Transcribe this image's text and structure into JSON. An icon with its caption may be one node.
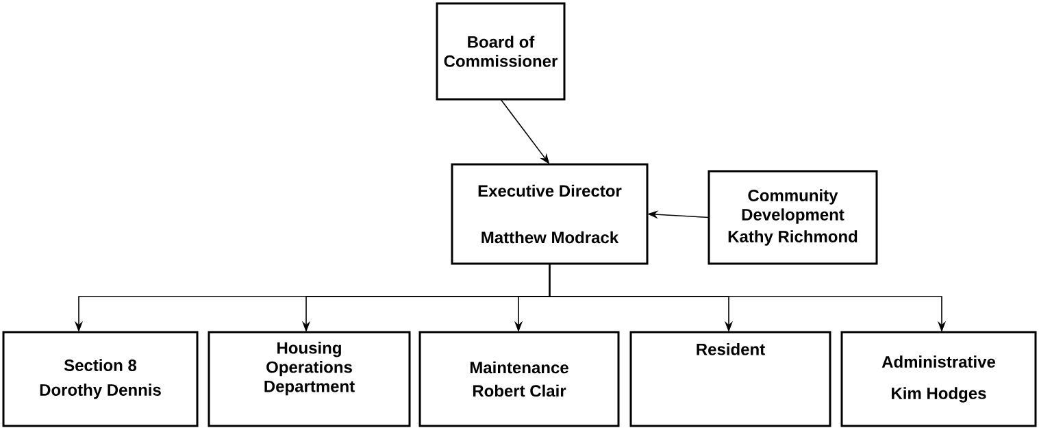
{
  "diagram": {
    "nodes": [
      {
        "text": [
          "Board of Commissioner"
        ]
      },
      {
        "text": [
          "Executive Director",
          "Matthew Modrack"
        ]
      },
      {
        "text": [
          "Community Development",
          "Kathy Richmond"
        ]
      },
      {
        "text": [
          "Section 8",
          "Dorothy Dennis"
        ]
      },
      {
        "text": [
          "Housing Operations Department"
        ]
      },
      {
        "text": [
          "Maintenance",
          "Robert Clair"
        ]
      },
      {
        "text": [
          "Resident"
        ]
      },
      {
        "text": [
          "Administrative",
          "Kim Hodges"
        ]
      }
    ],
    "edges": [
      {
        "from": 0,
        "to": 1,
        "arrow": "to"
      },
      {
        "from": 2,
        "to": 1,
        "arrow": "to"
      },
      {
        "from": 1,
        "to": 3,
        "arrow": "to"
      },
      {
        "from": 1,
        "to": 4,
        "arrow": "to"
      },
      {
        "from": 1,
        "to": 5,
        "arrow": "to"
      },
      {
        "from": 1,
        "to": 6,
        "arrow": "to"
      },
      {
        "from": 1,
        "to": 7,
        "arrow": "to"
      }
    ]
  }
}
